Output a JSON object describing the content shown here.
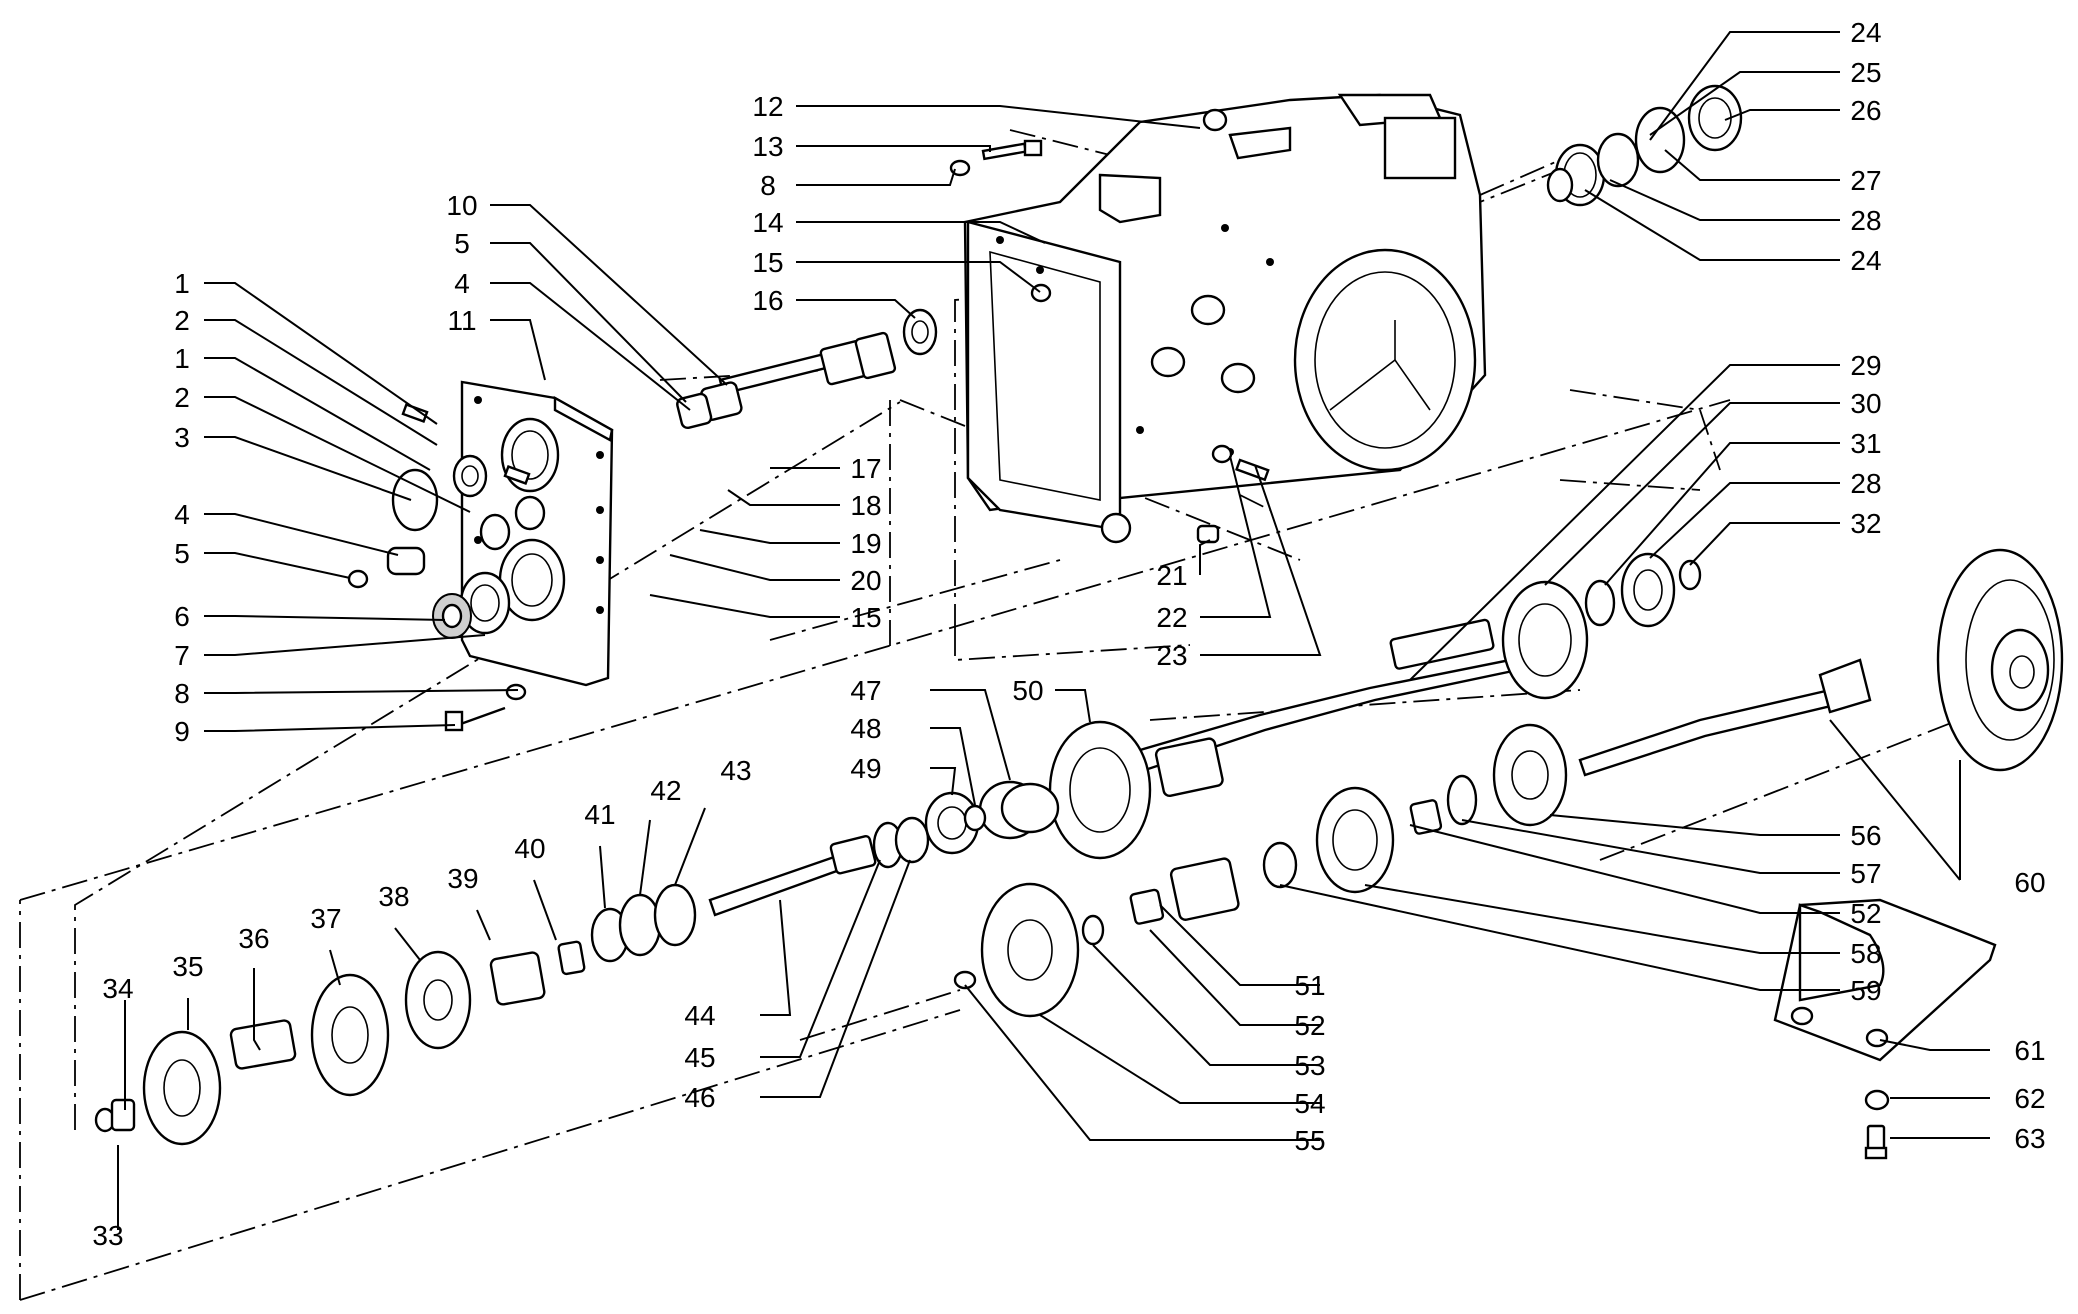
{
  "diagram": {
    "labels": {
      "l1a": "1",
      "l2a": "2",
      "l1b": "1",
      "l2b": "2",
      "l3": "3",
      "l4a": "4",
      "l5a": "5",
      "l6": "6",
      "l7": "7",
      "l8a": "8",
      "l9": "9",
      "l10": "10",
      "l5b": "5",
      "l4b": "4",
      "l11": "11",
      "l12": "12",
      "l13": "13",
      "l8b": "8",
      "l14": "14",
      "l15a": "15",
      "l16": "16",
      "l17": "17",
      "l18": "18",
      "l19": "19",
      "l20": "20",
      "l15b": "15",
      "l21": "21",
      "l22": "22",
      "l23": "23",
      "l24a": "24",
      "l25": "25",
      "l26": "26",
      "l27": "27",
      "l28a": "28",
      "l24b": "24",
      "l29": "29",
      "l30": "30",
      "l31": "31",
      "l28b": "28",
      "l32": "32",
      "l33": "33",
      "l34": "34",
      "l35": "35",
      "l36": "36",
      "l37": "37",
      "l38": "38",
      "l39": "39",
      "l40": "40",
      "l41": "41",
      "l42": "42",
      "l43": "43",
      "l44": "44",
      "l45": "45",
      "l46": "46",
      "l47": "47",
      "l48": "48",
      "l49": "49",
      "l50": "50",
      "l51": "51",
      "l52a": "52",
      "l53": "53",
      "l54": "54",
      "l55": "55",
      "l56": "56",
      "l57": "57",
      "l52b": "52",
      "l58": "58",
      "l59": "59",
      "l60": "60",
      "l61": "61",
      "l62": "62",
      "l63": "63"
    }
  }
}
